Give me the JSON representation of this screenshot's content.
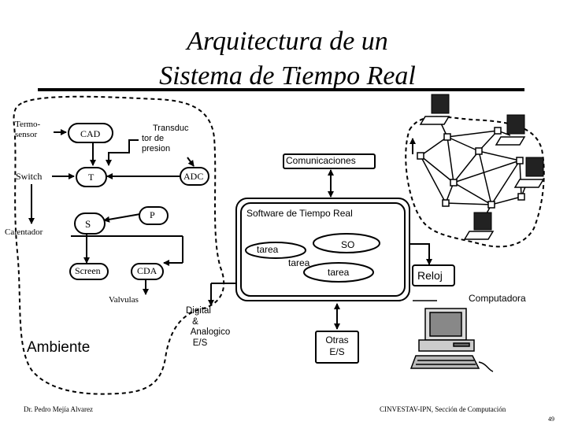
{
  "title": {
    "line1": "Arquitectura de un",
    "line2": "Sistema de Tiempo Real"
  },
  "environment": {
    "termosensor": [
      "Termo-",
      "sensor"
    ],
    "cad": "CAD",
    "transductor": [
      "Transduc",
      "tor de",
      "presion"
    ],
    "switch": "Switch",
    "t": "T",
    "adc": "ADC",
    "calentador": "Calentador",
    "s": "S",
    "p": "P",
    "screen": "Screen",
    "cda": "CDA",
    "valvulas": "Valvulas",
    "ambiente": "Ambiente"
  },
  "computer": {
    "comunicaciones": "Comunicaciones",
    "software": "Software de Tiempo Real",
    "tarea1": "tarea",
    "tarea2": "tarea",
    "tarea3": "tarea",
    "so": "SO",
    "reloj": "Reloj",
    "computadora": "Computadora",
    "digital": [
      "Digital",
      "&",
      "Analogico",
      "E/S"
    ],
    "otras": [
      "Otras",
      "E/S"
    ]
  },
  "footer": {
    "author": "Dr. Pedro Mejía Alvarez",
    "institution": "CINVESTAV-IPN, Sección de Computación",
    "page": "49"
  }
}
